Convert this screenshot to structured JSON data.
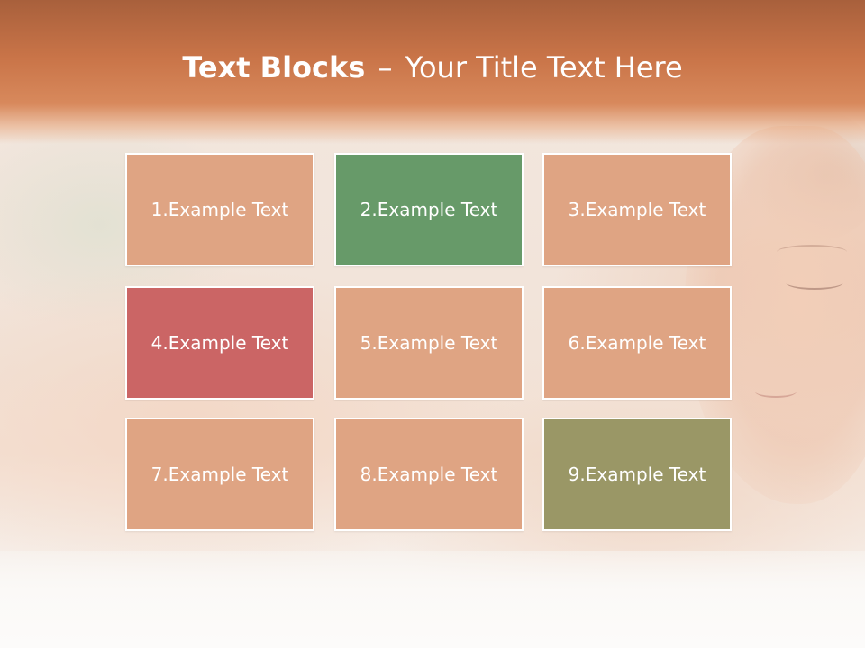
{
  "title": {
    "bold": "Text Blocks",
    "separator": "–",
    "rest": "Your Title Text Here"
  },
  "blocks": [
    {
      "label": "1.Example Text",
      "color": "#dfa483"
    },
    {
      "label": "2.Example Text",
      "color": "#679a69"
    },
    {
      "label": "3.Example Text",
      "color": "#dfa483"
    },
    {
      "label": "4.Example Text",
      "color": "#cb6565"
    },
    {
      "label": "5.Example Text",
      "color": "#dfa483"
    },
    {
      "label": "6.Example Text",
      "color": "#dfa483"
    },
    {
      "label": "7.Example Text",
      "color": "#dfa483"
    },
    {
      "label": "8.Example Text",
      "color": "#dfa483"
    },
    {
      "label": "9.Example Text",
      "color": "#9a9766"
    }
  ],
  "colors": {
    "header": "#c97448",
    "text": "#ffffff",
    "border": "#ffffff"
  }
}
